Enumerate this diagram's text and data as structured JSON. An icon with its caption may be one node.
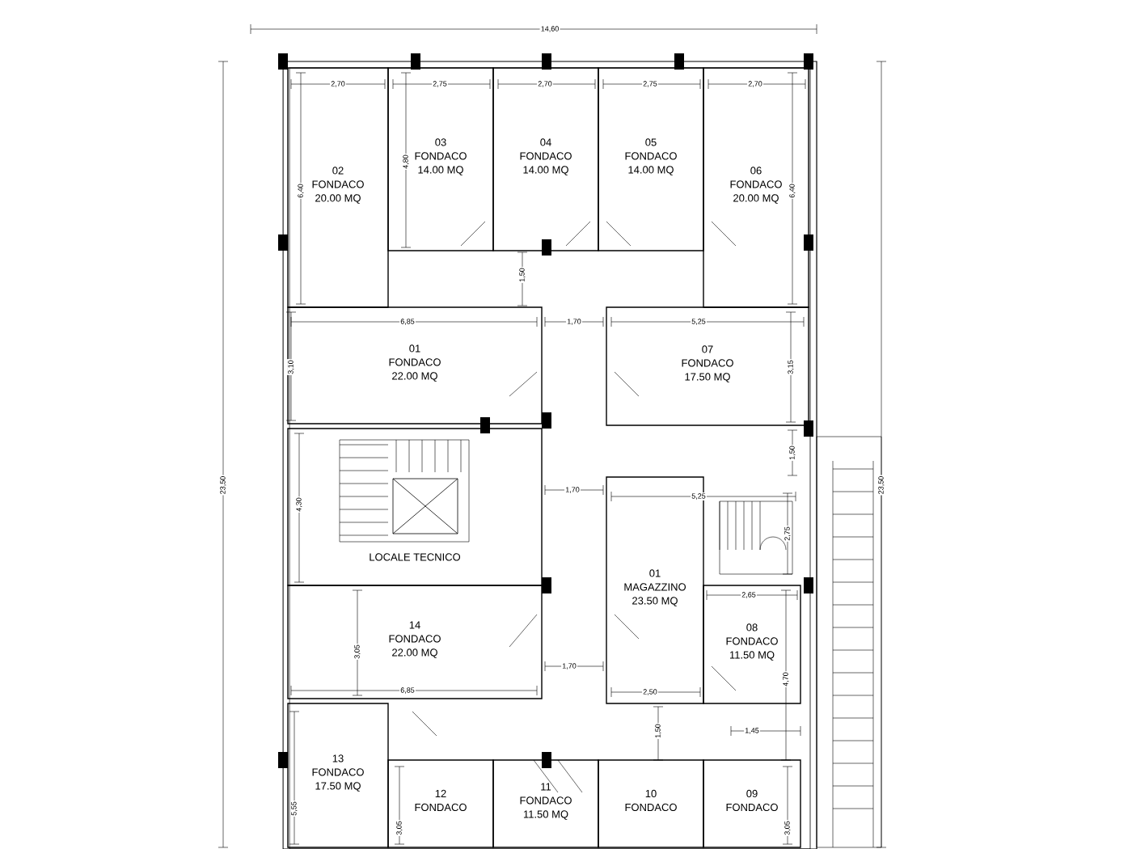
{
  "diagram": {
    "nodes": [
      {
        "text": [
          "02",
          "FONDACO",
          "20.00 MQ"
        ]
      },
      {
        "text": [
          "03",
          "FONDACO",
          "14.00 MQ"
        ]
      },
      {
        "text": [
          "04",
          "FONDACO",
          "14.00 MQ"
        ]
      },
      {
        "text": [
          "05",
          "FONDACO",
          "14.00 MQ"
        ]
      },
      {
        "text": [
          "06",
          "FONDACO",
          "20.00 MQ"
        ]
      },
      {
        "text": [
          "01",
          "FONDACO",
          "22.00 MQ"
        ]
      },
      {
        "text": [
          "07",
          "FONDACO",
          "17.50 MQ"
        ]
      },
      {
        "text": [
          "LOCALE TECNICO"
        ]
      },
      {
        "text": [
          "01",
          "MAGAZZINO",
          "23.50 MQ"
        ]
      },
      {
        "text": [
          "08",
          "FONDACO",
          "11.50 MQ"
        ]
      },
      {
        "text": [
          "14",
          "FONDACO",
          "22.00 MQ"
        ]
      },
      {
        "text": [
          "13",
          "FONDACO",
          "17.50 MQ"
        ]
      },
      {
        "text": [
          "12",
          "FONDACO"
        ]
      },
      {
        "text": [
          "11",
          "FONDACO",
          "11.50 MQ"
        ]
      },
      {
        "text": [
          "10",
          "FONDACO"
        ]
      },
      {
        "text": [
          "09",
          "FONDACO"
        ]
      }
    ],
    "labels": [
      "14,60",
      "23,50",
      "23,50",
      "2,70",
      "2,75",
      "2,70",
      "2,75",
      "2,70",
      "6,40",
      "4,80",
      "6,40",
      "1,50",
      "6,85",
      "1,70",
      "5,25",
      "3,10",
      "3,15",
      "1,50",
      "4,30",
      "1,70",
      "5,25",
      "2,75",
      "2,65",
      "3,05",
      "1,70",
      "6,85",
      "2,50",
      "4,70",
      "1,50",
      "1,45",
      "5,55",
      "3,05",
      "3,05"
    ]
  }
}
